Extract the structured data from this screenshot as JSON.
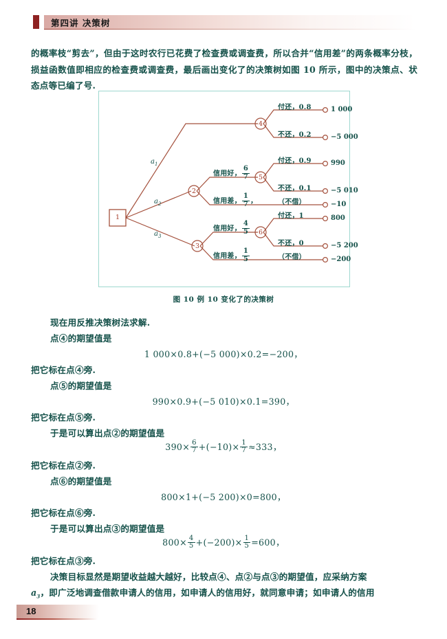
{
  "header": {
    "title": "第四讲   决策树"
  },
  "intro": {
    "text": "的概率枝“剪去”，但由于这时农行已花费了检查费或调查费，所以合并“信用差”的两条概率分枝，损益函数值即相应的检查费或调查费，最后画出变化了的决策树如图 10 所示，图中的决策点、状态点等已编了号."
  },
  "figure": {
    "caption": "图 10   例 10 变化了的决策树",
    "tree_color": "#a4503c",
    "root": {
      "id": "1",
      "shape": "square"
    },
    "branches": [
      {
        "name": "a",
        "sub": "1",
        "to": "4"
      },
      {
        "name": "a",
        "sub": "2",
        "to": "2"
      },
      {
        "name": "a",
        "sub": "3",
        "to": "3"
      }
    ],
    "nodes": [
      {
        "id": "4"
      },
      {
        "id": "2"
      },
      {
        "id": "5"
      },
      {
        "id": "3"
      },
      {
        "id": "6"
      }
    ],
    "edge_labels": {
      "n4_up": "付还，0.8",
      "n4_dn": "不还，0.2",
      "n2_up_text": "信用好，",
      "n2_up_num": "6",
      "n2_up_den": "7",
      "n2_dn_text": "信用差，",
      "n2_dn_num": "1",
      "n2_dn_den": "7",
      "n5_up": "付还，0.9",
      "n5_dn": "不还，0.1",
      "n2_dn_leaf": "（不借）",
      "n3_up_text": "信用好，",
      "n3_up_num": "4",
      "n3_up_den": "5",
      "n3_dn_text": "信用差，",
      "n3_dn_num": "1",
      "n3_dn_den": "5",
      "n6_up": "付还，1",
      "n6_dn": "不还，0",
      "n3_dn_leaf": "（不借）"
    },
    "leaf_values": {
      "v1": "1 000",
      "v2": "−5 000",
      "v3": "990",
      "v4": "−5 010",
      "v5": "−10",
      "v6": "800",
      "v7": "−5 200",
      "v8": "−200"
    }
  },
  "solution": {
    "l1": "现在用反推决策树法求解.",
    "l2": "点④的期望值是",
    "f1": "1 000×0.8+(−5 000)×0.2=−200，",
    "l3": "把它标在点④旁.",
    "l4": "点⑤的期望值是",
    "f2": "990×0.9+(−5 010)×0.1=390，",
    "l5": "把它标在点⑤旁.",
    "l6": "于是可以算出点②的期望值是",
    "f3_a": "390×",
    "f3_num1": "6",
    "f3_den1": "7",
    "f3_b": "+(−10)×",
    "f3_num2": "1",
    "f3_den2": "7",
    "f3_c": "≈333，",
    "l7": "把它标在点②旁.",
    "l8": "点⑥的期望值是",
    "f4": "800×1+(−5 200)×0=800，",
    "l9": "把它标在点⑥旁.",
    "l10": "于是可以算出点③的期望值是",
    "f5_a": "800×",
    "f5_num1": "4",
    "f5_den1": "5",
    "f5_b": "+(−200)×",
    "f5_num2": "1",
    "f5_den2": "5",
    "f5_c": "=600，",
    "l11": "把它标在点③旁.",
    "l12": "决策目标显然是期望收益越大越好，比较点④、点②与点③的期望值，应采纳方案",
    "l13_a": "a",
    "l13_sub": "3",
    "l13_b": "，即广泛地调查借款申请人的信用，如申请人的信用好，就同意申请；如申请人的信用"
  },
  "footer": {
    "page_number": "18"
  }
}
